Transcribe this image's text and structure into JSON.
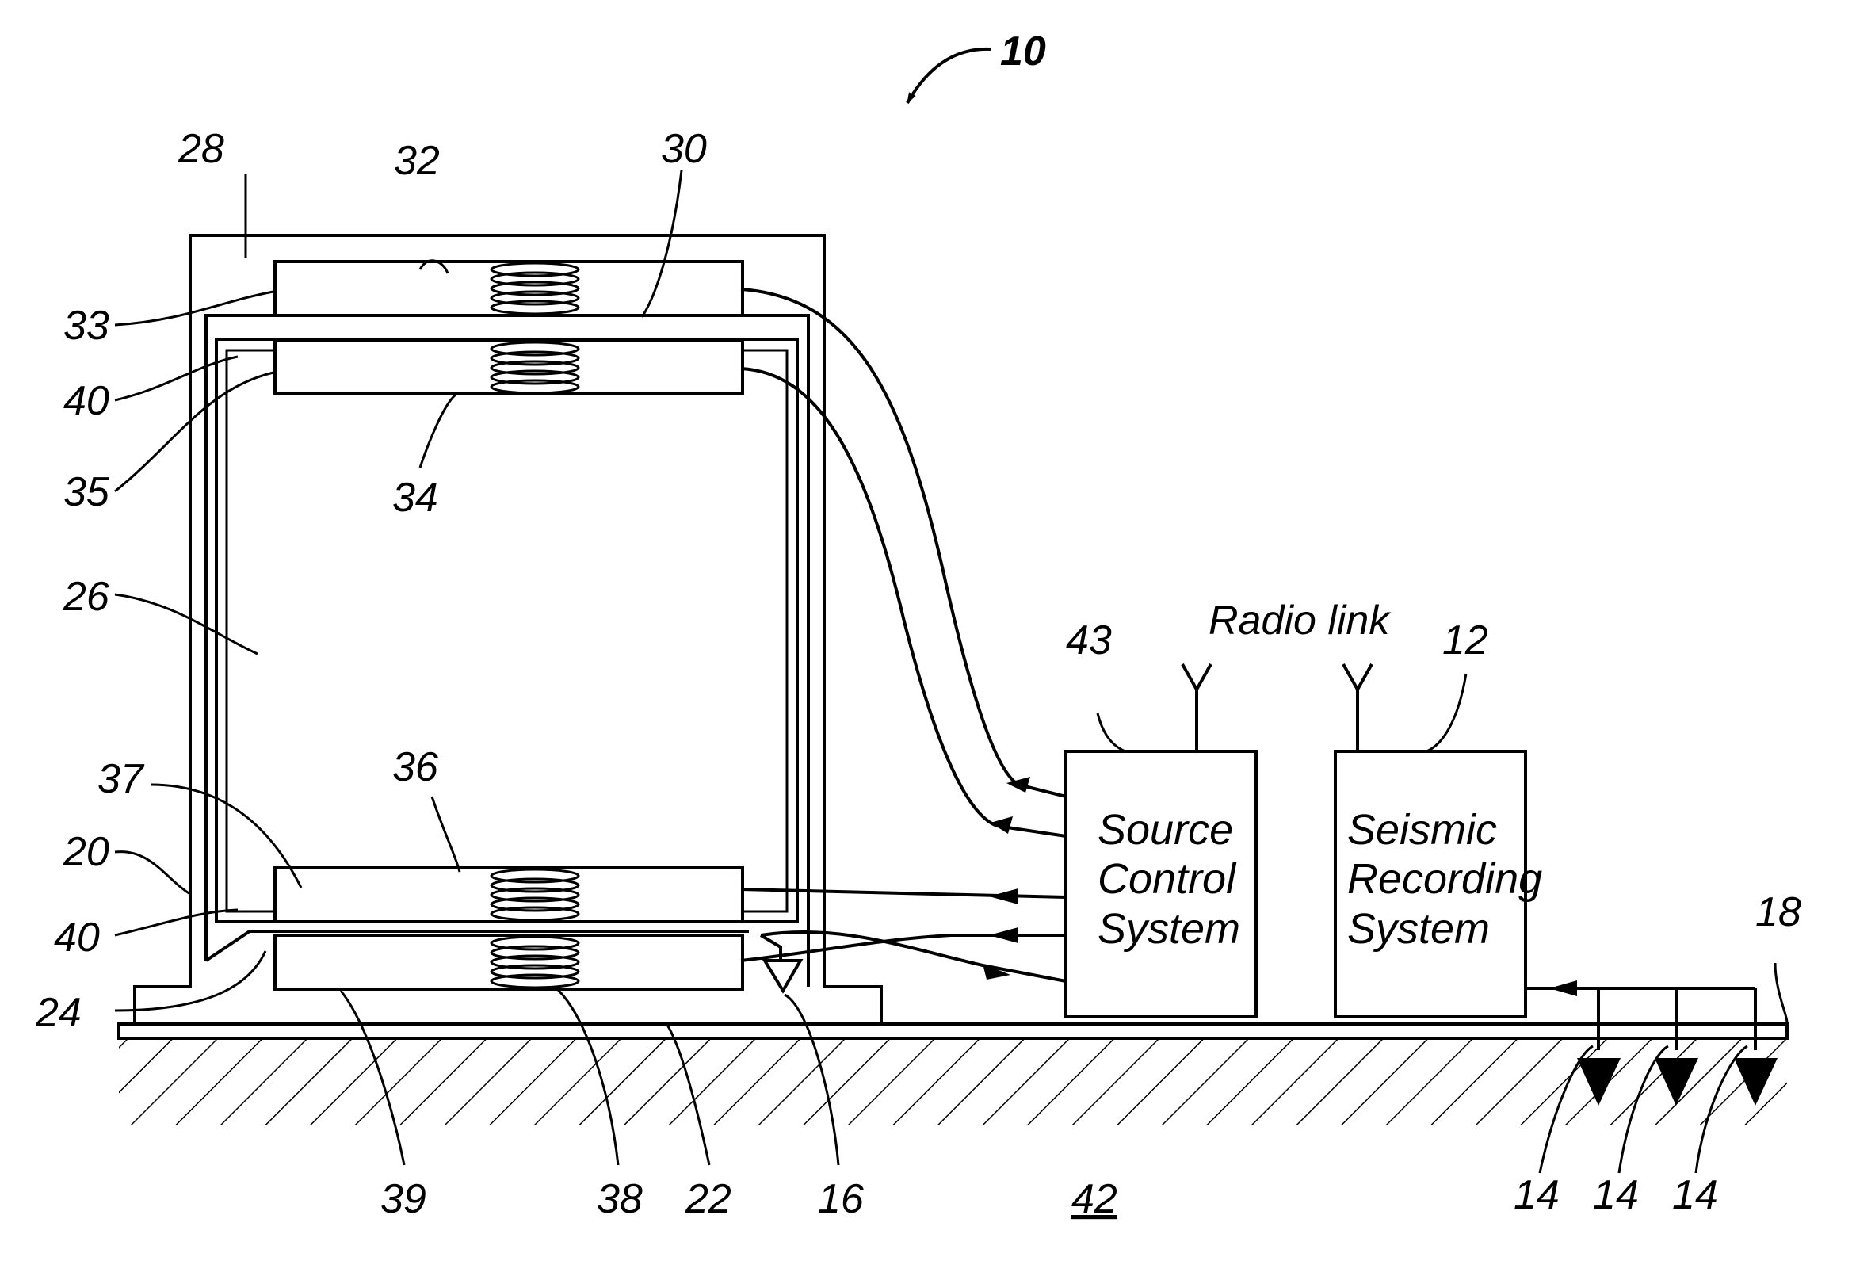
{
  "figure": {
    "figure_number": "10",
    "radio_link_label": "Radio link",
    "earth_label": "42",
    "source_control_box": {
      "ref": "43",
      "lines": [
        "Source",
        "Control",
        "System"
      ]
    },
    "seismic_recording_box": {
      "ref": "12",
      "lines": [
        "Seismic",
        "Recording",
        "System"
      ]
    },
    "reference_numerals": {
      "outer_housing_top": "28",
      "upper_coil": "32",
      "inner_plate": "30",
      "upper_magnet_outer": "33",
      "inner_housing_upper": "40",
      "upper_magnet_inner": "35",
      "upper_inner_coil": "34",
      "mass": "26",
      "lower_inner_magnet": "37",
      "lower_inner_coil": "36",
      "outer_housing": "20",
      "inner_housing_lower": "40",
      "gap": "24",
      "base_magnet": "39",
      "base_coil": "38",
      "base_plate": "22",
      "sensor": "16",
      "ground_line": "18",
      "geophone_1": "14",
      "geophone_2": "14",
      "geophone_3": "14"
    }
  }
}
